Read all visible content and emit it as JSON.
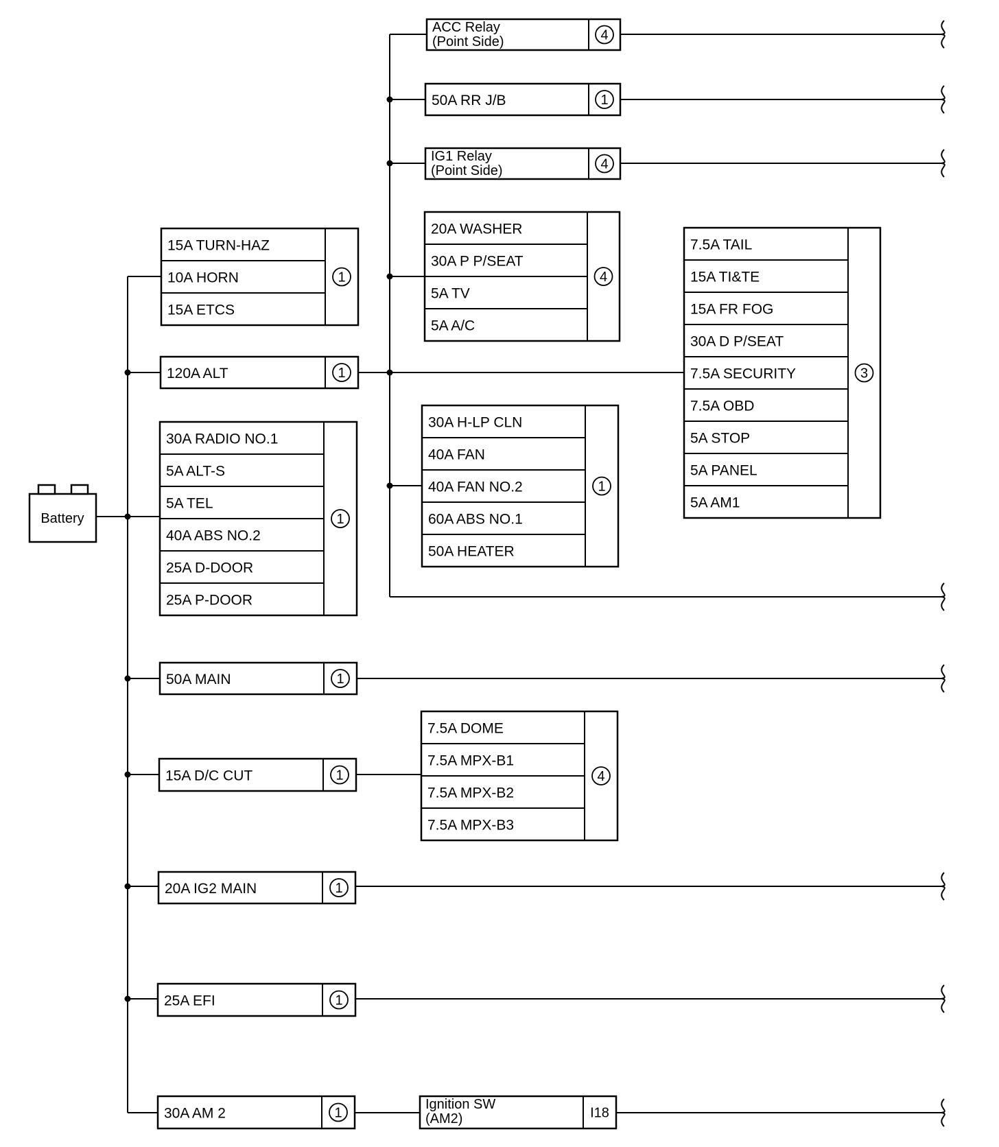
{
  "battery": {
    "label": "Battery"
  },
  "blocks": [
    {
      "id": "acc-relay",
      "fuses": [
        [
          "ACC Relay",
          "(Point Side)"
        ]
      ],
      "connector": "4"
    },
    {
      "id": "rr-jb",
      "fuses": [
        "50A RR J/B"
      ],
      "connector": "1"
    },
    {
      "id": "ig1-relay",
      "fuses": [
        [
          "IG1 Relay",
          "(Point Side)"
        ]
      ],
      "connector": "4"
    },
    {
      "id": "washer-group",
      "fuses": [
        "20A WASHER",
        "30A P P/SEAT",
        "5A TV",
        "5A A/C"
      ],
      "connector": "4"
    },
    {
      "id": "turn-haz-group",
      "fuses": [
        "15A TURN-HAZ",
        "10A HORN",
        "15A ETCS"
      ],
      "connector": "1"
    },
    {
      "id": "alt",
      "fuses": [
        "120A ALT"
      ],
      "connector": "1"
    },
    {
      "id": "tail-group",
      "fuses": [
        "7.5A TAIL",
        "15A TI&TE",
        "15A FR FOG",
        "30A D P/SEAT",
        "7.5A SECURITY",
        "7.5A OBD",
        "5A STOP",
        "5A PANEL",
        "5A AM1"
      ],
      "connector": "3"
    },
    {
      "id": "hlp-group",
      "fuses": [
        "30A H-LP CLN",
        "40A FAN",
        "40A FAN NO.2",
        "60A ABS NO.1",
        "50A HEATER"
      ],
      "connector": "1"
    },
    {
      "id": "radio-group",
      "fuses": [
        "30A RADIO NO.1",
        "5A ALT-S",
        "5A TEL",
        "40A ABS NO.2",
        "25A D-DOOR",
        "25A P-DOOR"
      ],
      "connector": "1"
    },
    {
      "id": "main",
      "fuses": [
        "50A MAIN"
      ],
      "connector": "1"
    },
    {
      "id": "dome-group",
      "fuses": [
        "7.5A DOME",
        "7.5A MPX-B1",
        "7.5A MPX-B2",
        "7.5A MPX-B3"
      ],
      "connector": "4"
    },
    {
      "id": "dc-cut",
      "fuses": [
        "15A D/C CUT"
      ],
      "connector": "1"
    },
    {
      "id": "ig2-main",
      "fuses": [
        "20A IG2 MAIN"
      ],
      "connector": "1"
    },
    {
      "id": "efi",
      "fuses": [
        "25A EFI"
      ],
      "connector": "1"
    },
    {
      "id": "am2",
      "fuses": [
        "30A AM 2"
      ],
      "connector": "1"
    },
    {
      "id": "ignition-sw",
      "fuses": [
        [
          "Ignition SW",
          "(AM2)"
        ]
      ],
      "connector": "I18"
    }
  ]
}
